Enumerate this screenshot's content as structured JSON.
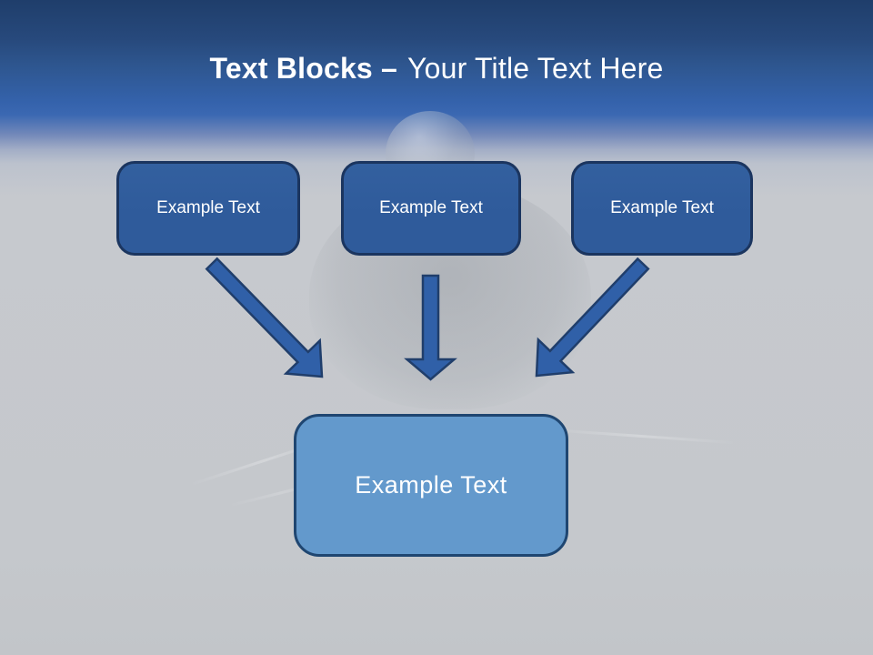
{
  "title": {
    "bold": "Text Blocks –",
    "regular": "Your Title Text Here"
  },
  "blocks": [
    {
      "label": "Example Text"
    },
    {
      "label": "Example Text"
    },
    {
      "label": "Example Text"
    }
  ],
  "result_block": {
    "label": "Example Text"
  },
  "arrows": [
    {
      "name": "arrow-down-right"
    },
    {
      "name": "arrow-down"
    },
    {
      "name": "arrow-down-left"
    }
  ],
  "colors": {
    "header-dark": "#1f3e6b",
    "header-blue": "#3462ab",
    "slide-bg": "#c6c9ce",
    "title-color": "#ffffff",
    "block-fill": "#2f5b9b",
    "block-border": "#1b355f",
    "arrow-fill": "#3060a8",
    "arrow-border": "#203e6b",
    "result-fill": "#6399cc",
    "result-border": "#1f4671"
  }
}
